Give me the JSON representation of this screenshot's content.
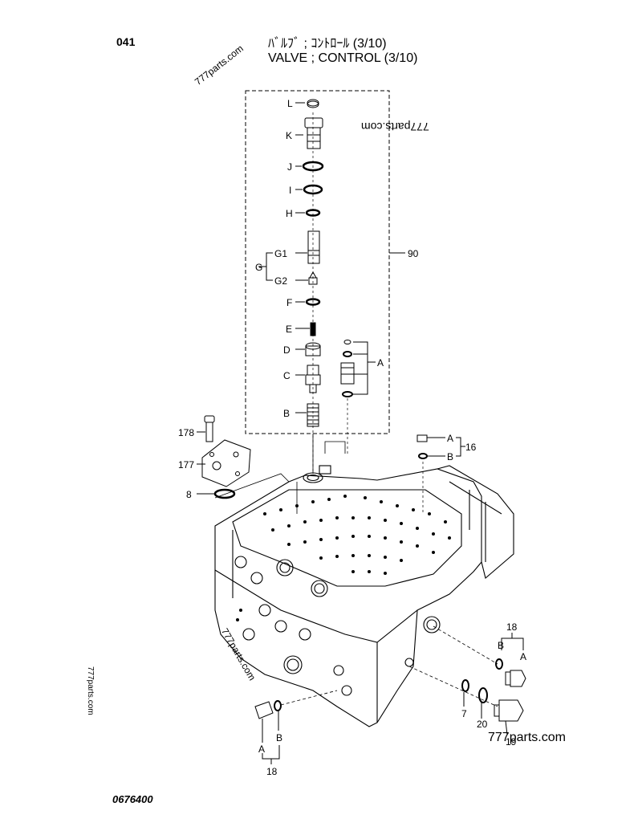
{
  "header": {
    "page_no": "041",
    "title_jp": "ﾊﾞﾙﾌﾞ ; ｺﾝﾄﾛｰﾙ (3/10)",
    "title_en": "VALVE ; CONTROL (3/10)"
  },
  "footer": {
    "drawing_code": "0676400"
  },
  "watermarks": [
    "777parts.com",
    "777parts.com",
    "777parts.com",
    "777parts.com",
    "777parts.com"
  ],
  "callouts": {
    "L": "L",
    "K": "K",
    "J": "J",
    "I": "I",
    "H": "H",
    "G": "G",
    "G1": "G1",
    "G2": "G2",
    "F": "F",
    "E": "E",
    "D": "D",
    "C": "C",
    "B": "B",
    "A": "A",
    "p90": "90",
    "p178": "178",
    "p177": "177",
    "p8": "8",
    "p16": "16",
    "p16A": "A",
    "p16B": "B",
    "p18r": "18",
    "p18rA": "A",
    "p18rB": "B",
    "p7": "7",
    "p20": "20",
    "p19": "19",
    "p18l": "18",
    "p18lA": "A",
    "p18lB": "B"
  }
}
